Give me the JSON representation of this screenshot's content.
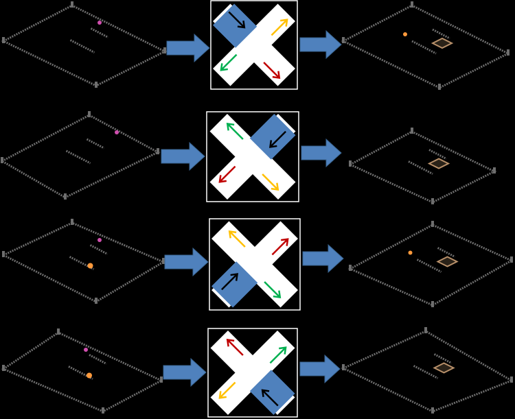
{
  "colors": {
    "background": "#000000",
    "flow_arrow": "#4f81bd",
    "blocked_arm": "#4f81bd",
    "open_arm": "#ffffff",
    "incoming_arrow": "#000000",
    "yellow_arrow": "#ffc000",
    "green_arrow": "#00b050",
    "red_arrow": "#c00000",
    "wall": "#6e6e6e",
    "torch": "#ff9a3c",
    "portal": "#d24fb0",
    "grate": "#b8906a"
  },
  "rows": [
    {
      "blocked_quadrant": "top-left",
      "arrows": {
        "top-left": "incoming",
        "top-right": "yellow",
        "bottom-left": "green",
        "bottom-right": "red"
      }
    },
    {
      "blocked_quadrant": "top-right",
      "arrows": {
        "top-right": "incoming",
        "top-left": "green",
        "bottom-left": "red",
        "bottom-right": "yellow"
      }
    },
    {
      "blocked_quadrant": "bottom-left",
      "arrows": {
        "bottom-left": "incoming",
        "top-left": "yellow",
        "top-right": "red",
        "bottom-right": "green"
      }
    },
    {
      "blocked_quadrant": "bottom-right",
      "arrows": {
        "bottom-right": "incoming",
        "top-left": "red",
        "top-right": "green",
        "bottom-left": "yellow"
      }
    }
  ]
}
